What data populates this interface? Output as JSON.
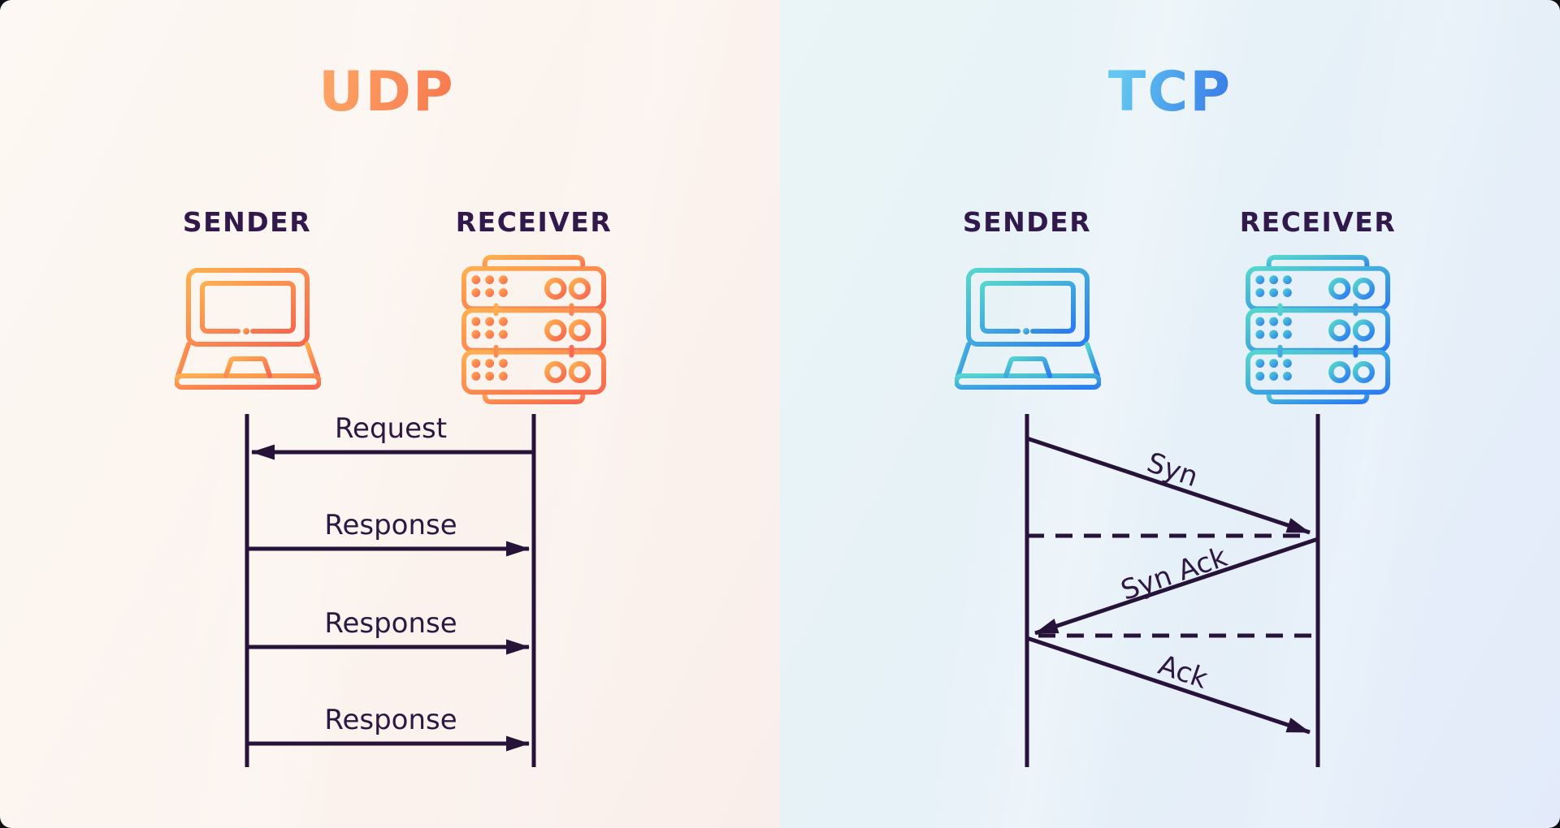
{
  "udp": {
    "title": "UDP",
    "sender_label": "SENDER",
    "receiver_label": "RECEIVER",
    "sender_icon": "laptop-icon",
    "receiver_icon": "server-rack-icon",
    "messages": [
      {
        "label": "Request",
        "direction": "receiver-to-sender",
        "style": "solid"
      },
      {
        "label": "Response",
        "direction": "sender-to-receiver",
        "style": "solid"
      },
      {
        "label": "Response",
        "direction": "sender-to-receiver",
        "style": "solid"
      },
      {
        "label": "Response",
        "direction": "sender-to-receiver",
        "style": "solid"
      }
    ]
  },
  "tcp": {
    "title": "TCP",
    "sender_label": "SENDER",
    "receiver_label": "RECEIVER",
    "sender_icon": "laptop-icon",
    "receiver_icon": "server-rack-icon",
    "messages": [
      {
        "label": "Syn",
        "direction": "sender-to-receiver",
        "style": "solid"
      },
      {
        "label": "Syn Ack",
        "direction": "receiver-to-sender",
        "style": "solid"
      },
      {
        "label": "Ack",
        "direction": "sender-to-receiver",
        "style": "solid"
      }
    ],
    "delivery_confirmation_lines": "dashed"
  },
  "colors": {
    "udp_accent_start": "#ffb04f",
    "udp_accent_end": "#f8674f",
    "udp_title_start": "#fda263",
    "udp_title_end": "#f87b50",
    "tcp_accent_start": "#55d7cc",
    "tcp_accent_end": "#2b7bf2",
    "tcp_title_start": "#64c7f1",
    "tcp_title_end": "#3a80e8",
    "ink_lines": "#271239",
    "ink_text": "#32194b",
    "udp_background": "#fbf2ed",
    "tcp_background": "#e6f1f7"
  }
}
